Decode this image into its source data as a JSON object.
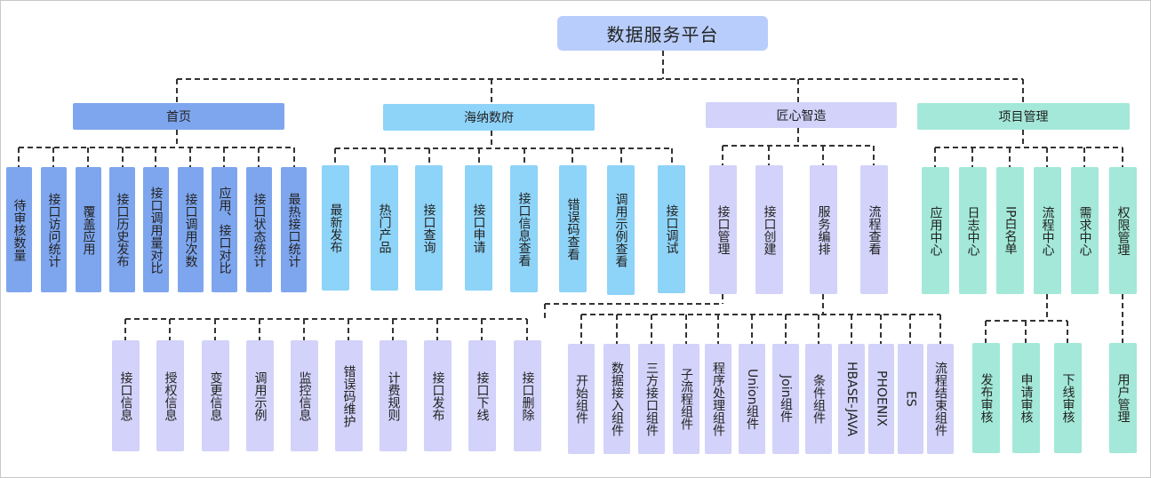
{
  "title": "数据服务平台",
  "colors": {
    "root": "#b8cdfb",
    "homepage": "#7ea6ee",
    "haina": "#8ed3f8",
    "jiangxin": "#d2d2fa",
    "project": "#a3e8d8",
    "connector": "#333333"
  },
  "branches": {
    "homepage": {
      "label": "首页",
      "children": [
        "待审核数量",
        "接口访问统计",
        "覆盖应用",
        "接口历史发布",
        "接口调用量对比",
        "接口调用次数",
        "应用、接口对比",
        "接口状态统计",
        "最热接口统计"
      ]
    },
    "haina": {
      "label": "海纳数府",
      "children": [
        "最新发布",
        "热门产品",
        "接口查询",
        "接口申请",
        "接口信息查看",
        "错误码查看",
        "调用示例查看",
        "接口调试"
      ]
    },
    "jiangxin": {
      "label": "匠心智造",
      "children": [
        "接口管理",
        "接口创建",
        "服务编排",
        "流程查看"
      ],
      "interface_management": [
        "接口信息",
        "授权信息",
        "变更信息",
        "调用示例",
        "监控信息",
        "错误码维护",
        "计费规则",
        "接口发布",
        "接口下线",
        "接口删除"
      ],
      "orchestration": [
        "开始组件",
        "数据接入组件",
        "三方接口组件",
        "子流程组件",
        "程序处理组件",
        "Union组件",
        "Join组件",
        "条件组件",
        "HBASE-JAVA",
        "PHOENIX",
        "ES",
        "流程结束组件"
      ]
    },
    "project": {
      "label": "项目管理",
      "children": [
        "应用中心",
        "日志中心",
        "IP白名单",
        "流程中心",
        "需求中心",
        "权限管理"
      ],
      "process_center": [
        "发布审核",
        "申请审核",
        "下线审核"
      ],
      "permission": [
        "用户管理"
      ]
    }
  }
}
